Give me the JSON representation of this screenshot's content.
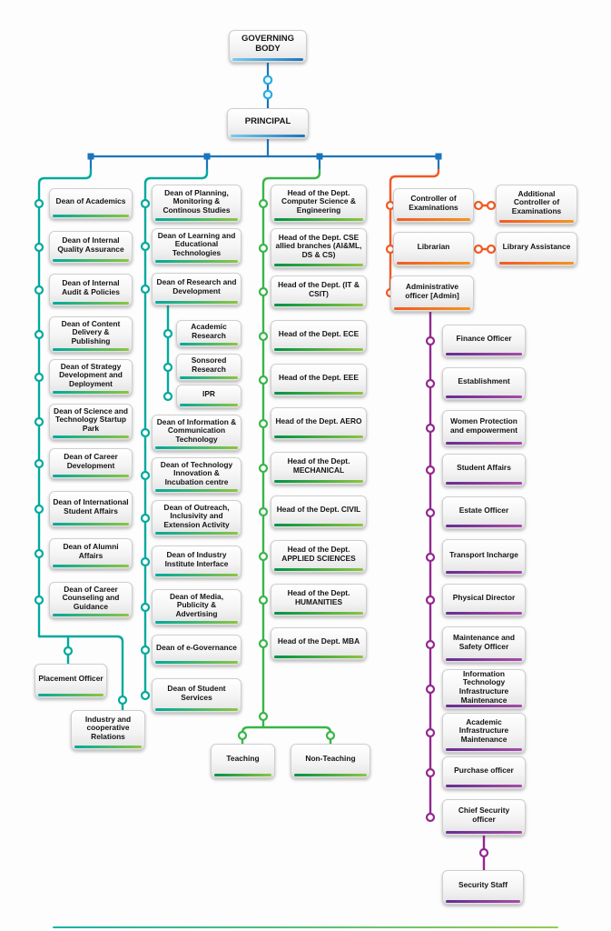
{
  "diagram": {
    "type": "org-chart",
    "root": "GOVERNING BODY",
    "principal": "PRINCIPAL"
  },
  "col1": {
    "items": [
      "Dean of Academics",
      "Dean of Internal Quality Assurance",
      "Dean of Internal Audit & Policies",
      "Dean of Content Delivery & Publishing",
      "Dean of Strategy Development and Deployment",
      "Dean of Science and Technology Startup Park",
      "Dean of Career Development",
      "Dean of International Student Affairs",
      "Dean of Alumni Affairs",
      "Dean of Career Counseling and Guidance"
    ],
    "subs": [
      "Placement Officer",
      "Industry and cooperative Relations"
    ]
  },
  "col2": {
    "items": [
      "Dean of Planning, Monitoring & Continous Studies",
      "Dean of Learning and Educational Technologies",
      "Dean of Research and Development",
      "Dean of Information & Communication Technology",
      "Dean of Technology Innovation & Incubation centre",
      "Dean of Outreach, Inclusivity and Extension Activity",
      "Dean of Industry Institute Interface",
      "Dean of Media, Publicity & Advertising",
      "Dean of e-Governance",
      "Dean of Student Services"
    ],
    "research_subs": [
      "Academic Research",
      "Sonsored Research",
      "IPR"
    ]
  },
  "col3": {
    "items": [
      "Head of the Dept. Computer Science & Engineering",
      "Head of the Dept. CSE allied branches (AI&ML, DS & CS)",
      "Head of the Dept. (IT & CSIT)",
      "Head of the Dept. ECE",
      "Head of the Dept. EEE",
      "Head of the Dept. AERO",
      "Head of the Dept. MECHANICAL",
      "Head of the Dept. CIVIL",
      "Head of the Dept. APPLIED SCIENCES",
      "Head of the Dept. HUMANITIES",
      "Head of the Dept. MBA"
    ],
    "subs": [
      "Teaching",
      "Non-Teaching"
    ]
  },
  "col4": {
    "exams": "Controller of Examinations",
    "exams_right": "Additional Controller of Examinations",
    "librarian": "Librarian",
    "librarian_right": "Library Assistance",
    "admin": "Administrative officer [Admin]"
  },
  "admin_units": {
    "items": [
      "Finance Officer",
      "Establishment",
      "Women Protection and empowerment",
      "Student Affairs",
      "Estate Officer",
      "Transport Incharge",
      "Physical Director",
      "Maintenance and Safety Officer",
      "Information Technology Infrastructure Maintenance",
      "Academic Infrastructure Maintenance",
      "Purchase officer",
      "Chief Security officer"
    ],
    "sub": "Security Staff"
  },
  "colors": {
    "blue": "#1b75bc",
    "blue_light": "#29abe2",
    "teal": "#00a99d",
    "green": "#39b54a",
    "lime": "#8cc63f",
    "orange": "#f15a24",
    "orange_light": "#f7931e",
    "purple": "#93278f",
    "purple_dark": "#662d91"
  }
}
